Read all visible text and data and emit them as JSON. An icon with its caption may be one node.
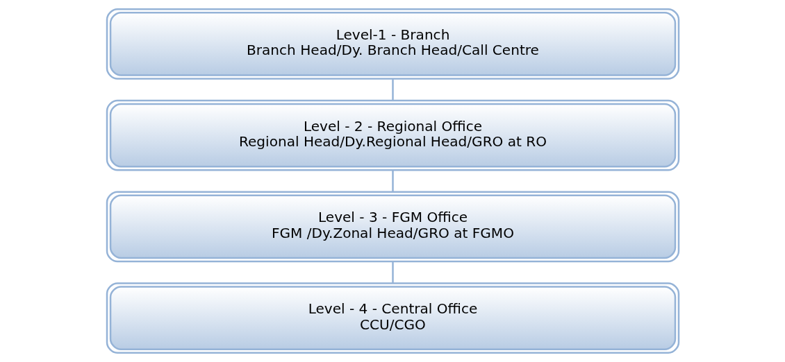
{
  "diagram": {
    "nodes": [
      {
        "text": [
          "Level-1 - Branch",
          "Branch Head/Dy. Branch Head/Call Centre"
        ]
      },
      {
        "text": [
          "Level - 2 - Regional Office",
          "Regional Head/Dy.Regional Head/GRO at RO"
        ]
      },
      {
        "text": [
          "Level - 3 - FGM Office",
          "FGM /Dy.Zonal Head/GRO at FGMO"
        ]
      },
      {
        "text": [
          "Level - 4 - Central Office",
          "CCU/CGO"
        ]
      }
    ],
    "edges": [
      {
        "from": 0,
        "to": 1,
        "arrow": "none"
      },
      {
        "from": 1,
        "to": 2,
        "arrow": "none"
      },
      {
        "from": 2,
        "to": 3,
        "arrow": "none"
      }
    ]
  }
}
